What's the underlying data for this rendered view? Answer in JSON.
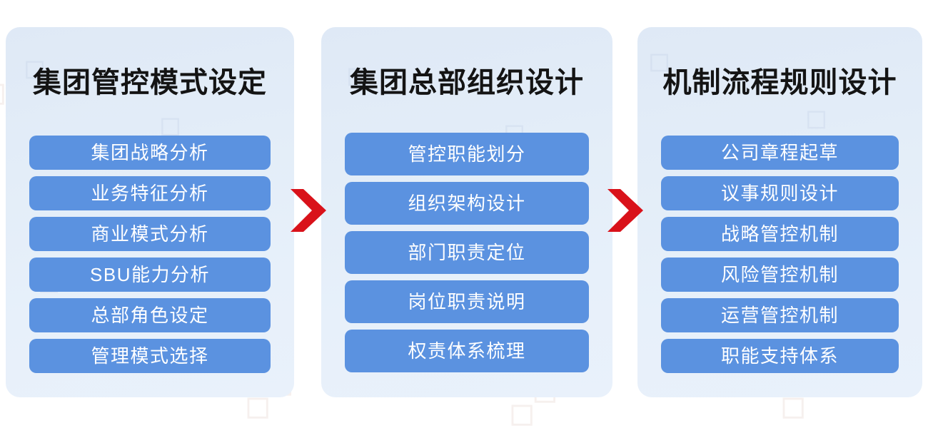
{
  "diagram": {
    "type": "three-stage-process-flow",
    "accent_blue": "#5b92e0",
    "panel_bg": "#e3edf8",
    "arrow_color": "#d9121a",
    "title_color": "#141414",
    "item_text_color": "#ffffff",
    "arrows": [
      {
        "name": "arrow-stage-1-to-2",
        "glyph": "chevron-right"
      },
      {
        "name": "arrow-stage-2-to-3",
        "glyph": "chevron-right"
      }
    ],
    "stages": [
      {
        "title": "集团管控模式设定",
        "items": [
          "集团战略分析",
          "业务特征分析",
          "商业模式分析",
          "SBU能力分析",
          "总部角色设定",
          "管理模式选择"
        ]
      },
      {
        "title": "集团总部组织设计",
        "items": [
          "管控职能划分",
          "组织架构设计",
          "部门职责定位",
          "岗位职责说明",
          "权责体系梳理"
        ]
      },
      {
        "title": "机制流程规则设计",
        "items": [
          "公司章程起草",
          "议事规则设计",
          "战略管控机制",
          "风险管控机制",
          "运营管控机制",
          "职能支持体系"
        ]
      }
    ]
  }
}
